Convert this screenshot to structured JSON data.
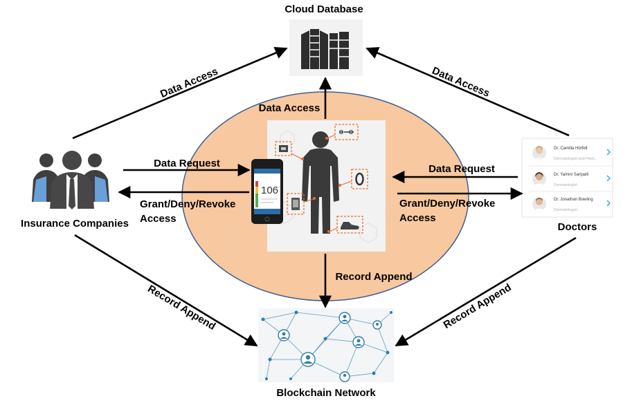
{
  "nodes": {
    "cloud": "Cloud Database",
    "insurance": "Insurance Companies",
    "doctors": "Doctors",
    "blockchain": "Blockchain Network"
  },
  "edges": {
    "insurance_cloud": "Data Access",
    "doctors_cloud": "Data Access",
    "patient_cloud": "Data Access",
    "insurance_request": "Data Request",
    "insurance_grant_1": "Grant/Deny/Revoke",
    "insurance_grant_2": "Access",
    "doctors_request": "Data Request",
    "doctors_grant_1": "Grant/Deny/Revoke",
    "doctors_grant_2": "Access",
    "patient_record": "Record Append",
    "insurance_record": "Record Append",
    "doctors_record": "Record Append"
  },
  "doctor_list": [
    {
      "name": "Dr. Camilla Hörfelt",
      "specialty": "Dermatologist and Plast..."
    },
    {
      "name": "Dr. Yamini Saripalli",
      "specialty": "Dermatologist"
    },
    {
      "name": "Dr. Jonathan Bowling",
      "specialty": "Dermatologist"
    }
  ],
  "phone_reading": "106",
  "colors": {
    "ellipse_fill": "#f8c8a0",
    "ellipse_stroke": "#3f5f8f",
    "figure": "#3a3a3a",
    "sensor_dash": "#e8702a",
    "insurance_accent": "#6aa0d8",
    "network": "#2f7fa8",
    "chevron": "#38a8e0"
  }
}
